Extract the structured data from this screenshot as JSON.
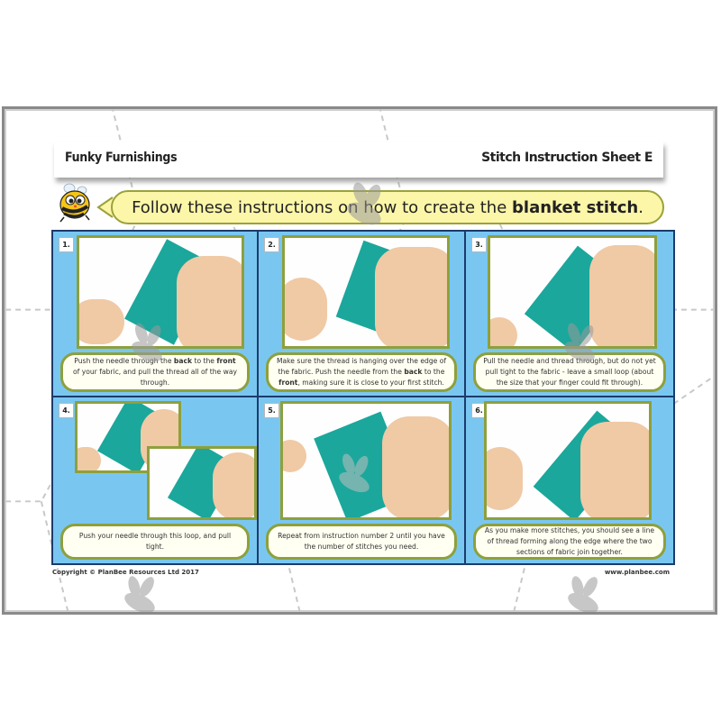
{
  "header": {
    "left_title": "Funky Furnishings",
    "right_title": "Stitch Instruction Sheet E"
  },
  "banner": {
    "text_before": "Follow these instructions on how to create the ",
    "text_bold": "blanket stitch",
    "text_after": "."
  },
  "steps": [
    {
      "number": "1.",
      "parts": [
        "Push the needle through the ",
        "back",
        " to the ",
        "front",
        " of your fabric, and pull the thread all of the way through."
      ]
    },
    {
      "number": "2.",
      "parts": [
        "Make sure the thread is hanging over the edge of the fabric. Push the needle from the ",
        "back",
        " to the ",
        "front",
        ", making sure it is close to your first stitch."
      ]
    },
    {
      "number": "3.",
      "parts": [
        "Pull the needle and thread through, but do not yet pull tight to the fabric  -  leave a small loop (about the size that your finger could fit through)."
      ]
    },
    {
      "number": "4.",
      "parts": [
        "Push your needle through this loop, and pull tight."
      ]
    },
    {
      "number": "5.",
      "parts": [
        "Repeat from instruction number 2 until you have the number of stitches you need."
      ]
    },
    {
      "number": "6.",
      "parts": [
        "As you make more stitches, you should see a line of thread forming along the edge where the two sections of fabric join together."
      ]
    }
  ],
  "footer": {
    "copyright": "Copyright © PlanBee Resources Ltd 2017",
    "website": "www.planbee.com"
  },
  "colors": {
    "grid_blue": "#79c7f1",
    "grid_border": "#1c3b6b",
    "frame_green": "#8ea03c",
    "banner_yellow": "#fcf6a8",
    "fabric_teal": "#1ba79c"
  }
}
